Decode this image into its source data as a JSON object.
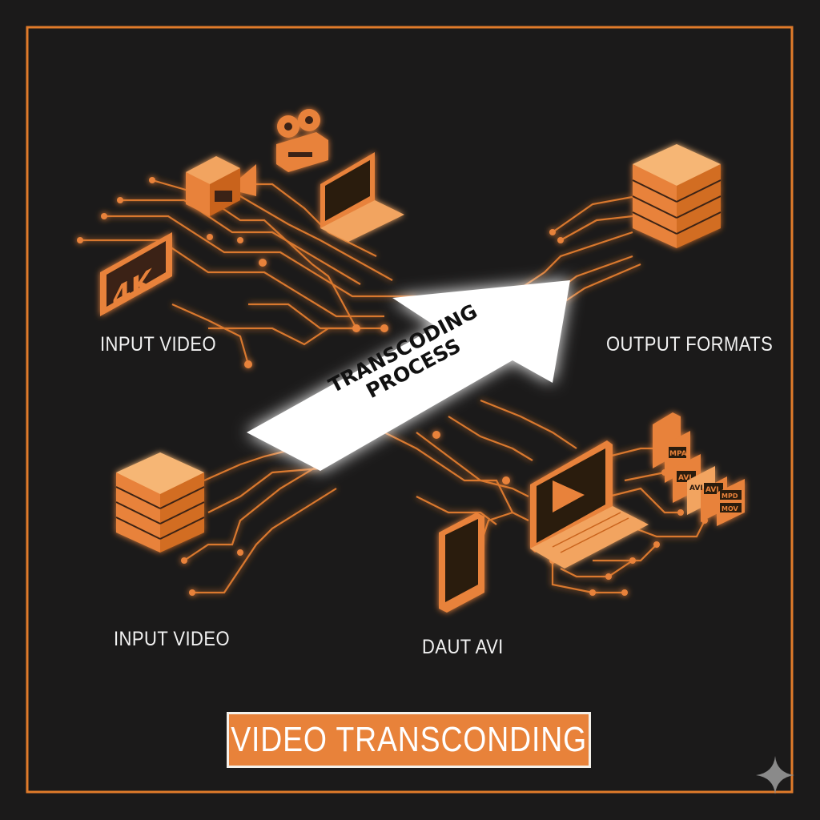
{
  "title": "VIDEO TRANSCONDING",
  "arrow_label": [
    "TRANSCODING",
    "PROCESS"
  ],
  "labels": {
    "input_video_top": "INPUT VIDEO",
    "output_formats": "OUTPUT FORMATS",
    "input_video_bottom": "INPUT VIDEO",
    "device_label": "DAUT AVI"
  },
  "badge_4k": "4K",
  "file_formats": [
    "MPA",
    "AVI",
    "AVI",
    "AVI",
    "MPD",
    "MOV"
  ],
  "colors": {
    "background": "#1b1a1a",
    "accent": "#e8823a",
    "arrow": "#ffffff",
    "text": "#f2f2f2"
  }
}
